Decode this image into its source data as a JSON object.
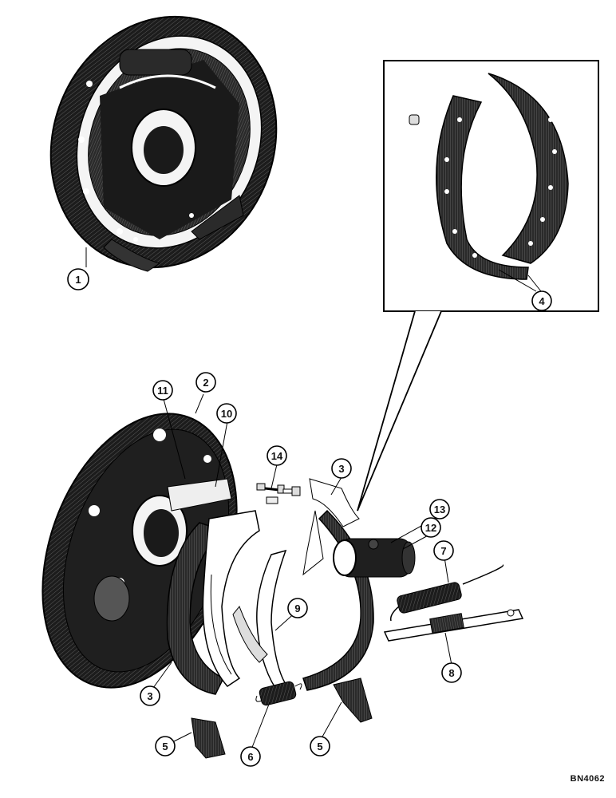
{
  "callouts": {
    "c1": "1",
    "c2": "2",
    "c3a": "3",
    "c3b": "3",
    "c4": "4",
    "c5a": "5",
    "c5b": "5",
    "c6": "6",
    "c7": "7",
    "c8": "8",
    "c9": "9",
    "c10": "10",
    "c11": "11",
    "c12": "12",
    "c13": "13",
    "c14": "14"
  },
  "figure_code": "BN4062"
}
